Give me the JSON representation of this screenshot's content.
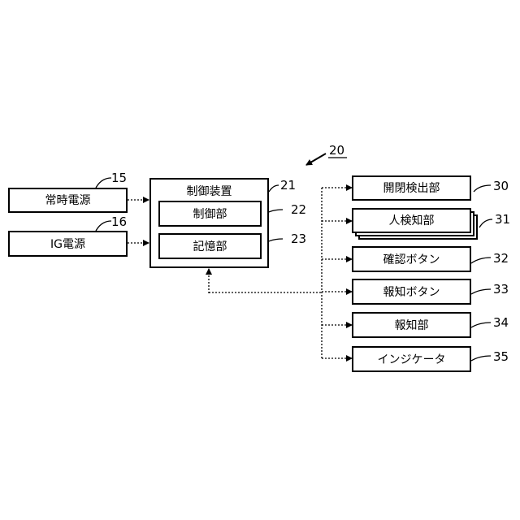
{
  "diagram": {
    "ref_main": "20",
    "constant_power": {
      "label": "常時電源",
      "ref": "15"
    },
    "ig_power": {
      "label": "IG電源",
      "ref": "16"
    },
    "controller": {
      "label": "制御装置",
      "ref": "21"
    },
    "control_unit": {
      "label": "制御部",
      "ref": "22"
    },
    "storage_unit": {
      "label": "記憶部",
      "ref": "23"
    },
    "open_close_detector": {
      "label": "開閉検出部",
      "ref": "30"
    },
    "human_detector": {
      "label": "人検知部",
      "ref": "31"
    },
    "confirm_button": {
      "label": "確認ボタン",
      "ref": "32"
    },
    "notify_button": {
      "label": "報知ボタン",
      "ref": "33"
    },
    "notifier": {
      "label": "報知部",
      "ref": "34"
    },
    "indicator": {
      "label": "インジケータ",
      "ref": "35"
    }
  }
}
